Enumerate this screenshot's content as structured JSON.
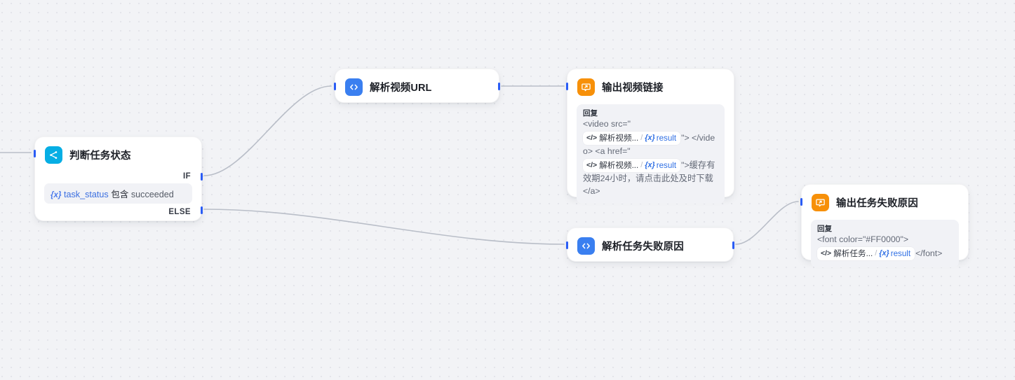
{
  "canvas": {
    "background": "#f2f3f6",
    "dot_color": "#e4e5ea",
    "edge_color": "#b9bec8",
    "port_color": "#2a5cf5"
  },
  "nodes": {
    "if_node": {
      "title": "判断任务状态",
      "icon": "branch-icon",
      "icon_color": "#06aee4",
      "if_label": "IF",
      "else_label": "ELSE",
      "condition": {
        "var_brace": "{x}",
        "var_name": "task_status",
        "operator": "包含",
        "value": "succeeded"
      }
    },
    "parse_url": {
      "title": "解析视频URL",
      "icon": "code-icon",
      "icon_color": "#3a7ff0"
    },
    "answer_video": {
      "title": "输出视频链接",
      "icon": "answer-icon",
      "icon_color": "#f79009",
      "body_label": "回复",
      "text_1": "<video src=\"",
      "chip_1": {
        "icon": "</>",
        "node": "解析视频...",
        "sep": "/",
        "brace": "{x}",
        "key": "result"
      },
      "text_2": "\"> </video> <a href=\"",
      "chip_2": {
        "icon": "</>",
        "node": "解析视频...",
        "sep": "/",
        "brace": "{x}",
        "key": "result"
      },
      "text_3": "\">缓存有效期24小时，请点击此处及时下载</a>"
    },
    "parse_fail": {
      "title": "解析任务失败原因",
      "icon": "code-icon",
      "icon_color": "#3a7ff0"
    },
    "answer_fail": {
      "title": "输出任务失败原因",
      "icon": "answer-icon",
      "icon_color": "#f79009",
      "body_label": "回复",
      "text_1": "<font color=\"#FF0000\">",
      "chip_1": {
        "icon": "</>",
        "node": "解析任务...",
        "sep": "/",
        "brace": "{x}",
        "key": "result"
      },
      "text_2": "</font>"
    }
  }
}
